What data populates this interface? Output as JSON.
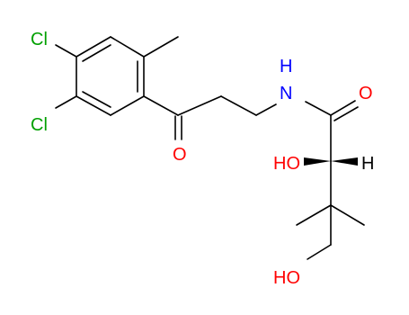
{
  "molecule": {
    "atoms": {
      "cl_top": {
        "text": "Cl",
        "color": "#00a000"
      },
      "cl_bottom": {
        "text": "Cl",
        "color": "#00a000"
      },
      "ketone_o": {
        "text": "O",
        "color": "#ff0000"
      },
      "amide_n": {
        "text": "N",
        "color": "#0000ff"
      },
      "amide_h": {
        "text": "H",
        "color": "#0000ff"
      },
      "amide_o": {
        "text": "O",
        "color": "#ff0000"
      },
      "hydroxy_label": {
        "text": "HO",
        "color": "#ff0000"
      },
      "chiral_h": {
        "text": "H",
        "color": "#000000"
      },
      "terminal_hydroxy": {
        "text": "HO",
        "color": "#ff0000"
      }
    }
  }
}
